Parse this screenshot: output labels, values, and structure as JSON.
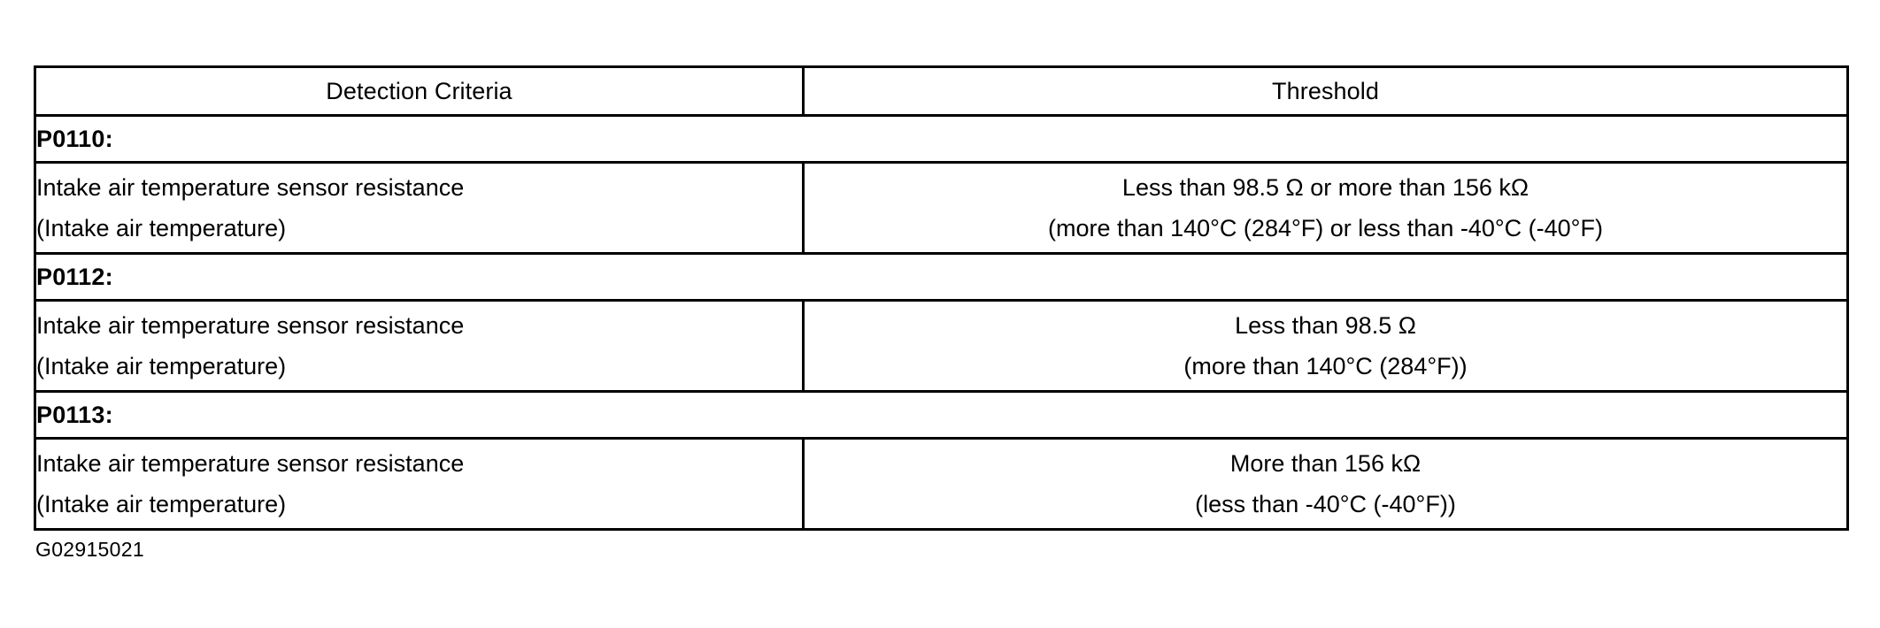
{
  "table": {
    "columns": [
      {
        "key": "criteria",
        "label": "Detection Criteria"
      },
      {
        "key": "threshold",
        "label": "Threshold"
      }
    ],
    "sections": [
      {
        "code": "P0110:",
        "criteria_line1": "Intake air temperature sensor resistance",
        "criteria_line2": "(Intake air temperature)",
        "threshold_line1": "Less than 98.5 Ω or more than 156 kΩ",
        "threshold_line2": "(more than 140°C (284°F) or less than -40°C  (-40°F)"
      },
      {
        "code": "P0112:",
        "criteria_line1": "Intake air temperature sensor resistance",
        "criteria_line2": "(Intake air temperature)",
        "threshold_line1": "Less than 98.5 Ω",
        "threshold_line2": "(more than 140°C (284°F))"
      },
      {
        "code": "P0113:",
        "criteria_line1": "Intake air temperature sensor resistance",
        "criteria_line2": "(Intake air temperature)",
        "threshold_line1": "More than 156 kΩ",
        "threshold_line2": "(less than -40°C  (-40°F))"
      }
    ]
  },
  "caption": "G02915021",
  "colors": {
    "background": "#ffffff",
    "text": "#000000",
    "border": "#000000"
  }
}
